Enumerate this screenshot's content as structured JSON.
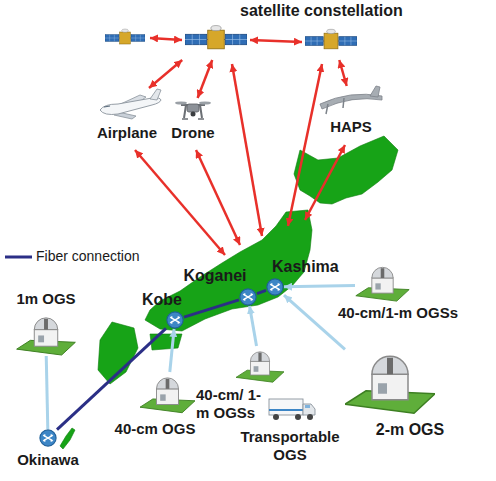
{
  "diagram": {
    "nodes": [
      {
        "text": [
          "satellite constellation"
        ]
      },
      {
        "text": [
          "Airplane"
        ]
      },
      {
        "text": [
          "Drone"
        ]
      },
      {
        "text": [
          "HAPS"
        ]
      },
      {
        "text": [
          "Kobe"
        ]
      },
      {
        "text": [
          "Koganei"
        ]
      },
      {
        "text": [
          "Kashima"
        ]
      },
      {
        "text": [
          "1m OGS"
        ]
      },
      {
        "text": [
          "40-cm OGS"
        ]
      },
      {
        "text": [
          "40-cm/ 1-m OGSs"
        ]
      },
      {
        "text": [
          "Transportable OGS"
        ]
      },
      {
        "text": [
          "40-cm/1-m OGSs"
        ]
      },
      {
        "text": [
          "2-m OGS"
        ]
      },
      {
        "text": [
          "Okinawa"
        ]
      }
    ],
    "edges": [
      {
        "from": 0,
        "to": 1,
        "arrow": "both"
      },
      {
        "from": 0,
        "to": 2,
        "arrow": "both"
      },
      {
        "from": 0,
        "to": 3,
        "arrow": "both"
      },
      {
        "from": 13,
        "to": 4,
        "arrow": "none"
      },
      {
        "from": 4,
        "to": 5,
        "arrow": "none"
      },
      {
        "from": 5,
        "to": 6,
        "arrow": "none"
      },
      {
        "from": 7,
        "to": 13,
        "arrow": "none"
      },
      {
        "from": 8,
        "to": 4,
        "arrow": "to"
      },
      {
        "from": 9,
        "to": 5,
        "arrow": "to"
      },
      {
        "from": 11,
        "to": 6,
        "arrow": "to"
      },
      {
        "from": 12,
        "to": 6,
        "arrow": "to"
      }
    ],
    "legend": [
      {
        "text": "Fiber connection"
      }
    ]
  }
}
